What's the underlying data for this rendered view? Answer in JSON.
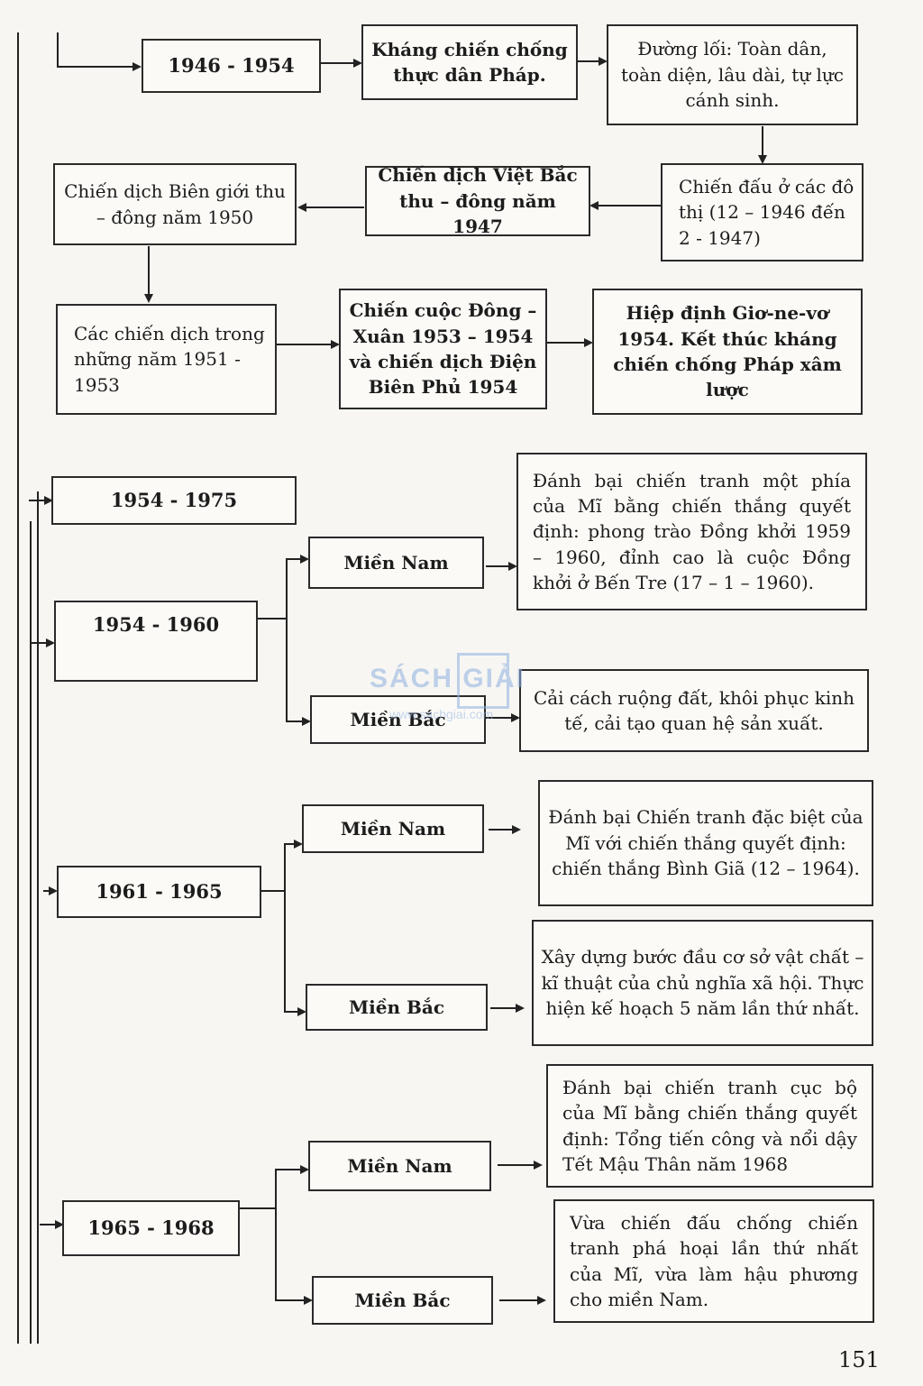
{
  "section_1946_1954": {
    "period": "1946 - 1954",
    "resistance": "Kháng chiến chống thực dân Pháp.",
    "guideline": "Đường lối: Toàn dân, toàn diện, lâu dài, tự lực cánh sinh.",
    "urban_fighting": "Chiến đấu ở các đô thị (12 – 1946 đến 2 - 1947)",
    "viet_bac": "Chiến dịch Việt Bắc thu – đông năm 1947",
    "bien_gioi": "Chiến dịch Biên giới thu – đông năm 1950",
    "campaigns_1951_1953": "Các chiến dịch trong những năm 1951 - 1953",
    "dong_xuan": "Chiến cuộc Đông – Xuân 1953 – 1954 và chiến dịch Điện Biên Phủ 1954",
    "geneva": "Hiệp định Giơ-ne-vơ 1954. Kết thúc kháng chiến chống Pháp xâm lược"
  },
  "section_1954_1975": {
    "period": "1954 - 1975",
    "phases": [
      {
        "period": "1954 - 1960",
        "south_label": "Miền Nam",
        "south_text": "Đánh bại chiến tranh một phía của Mĩ bằng chiến thắng quyết định: phong trào Đồng khởi 1959 – 1960, đỉnh cao là cuộc Đồng khởi ở Bến Tre (17 – 1 – 1960).",
        "north_label": "Miền Bắc",
        "north_text": "Cải cách ruộng đất, khôi phục kinh tế, cải tạo quan hệ sản xuất."
      },
      {
        "period": "1961 - 1965",
        "south_label": "Miền Nam",
        "south_text": "Đánh bại Chiến tranh đặc biệt của Mĩ với chiến thắng quyết định: chiến thắng Bình Giã (12 – 1964).",
        "north_label": "Miền Bắc",
        "north_text": "Xây dựng bước đầu cơ sở vật chất – kĩ thuật của chủ nghĩa xã hội. Thực hiện kế hoạch 5 năm lần thứ nhất."
      },
      {
        "period": "1965 - 1968",
        "south_label": "Miền Nam",
        "south_text": "Đánh bại chiến tranh cục bộ của Mĩ bằng chiến thắng quyết định: Tổng tiến công và nổi dậy Tết Mậu Thân năm 1968",
        "north_label": "Miền Bắc",
        "north_text": "Vừa chiến đấu chống chiến tranh phá hoại lần thứ nhất của Mĩ, vừa làm hậu phương cho miền Nam."
      }
    ]
  },
  "watermark": {
    "brand": "SÁCH GIẢI",
    "url": "www.sachgiai.com"
  },
  "page_number": "151",
  "colors": {
    "ink": "#1c1c1c",
    "paper": "#f7f6f2",
    "watermark": "#8fb0e0"
  }
}
